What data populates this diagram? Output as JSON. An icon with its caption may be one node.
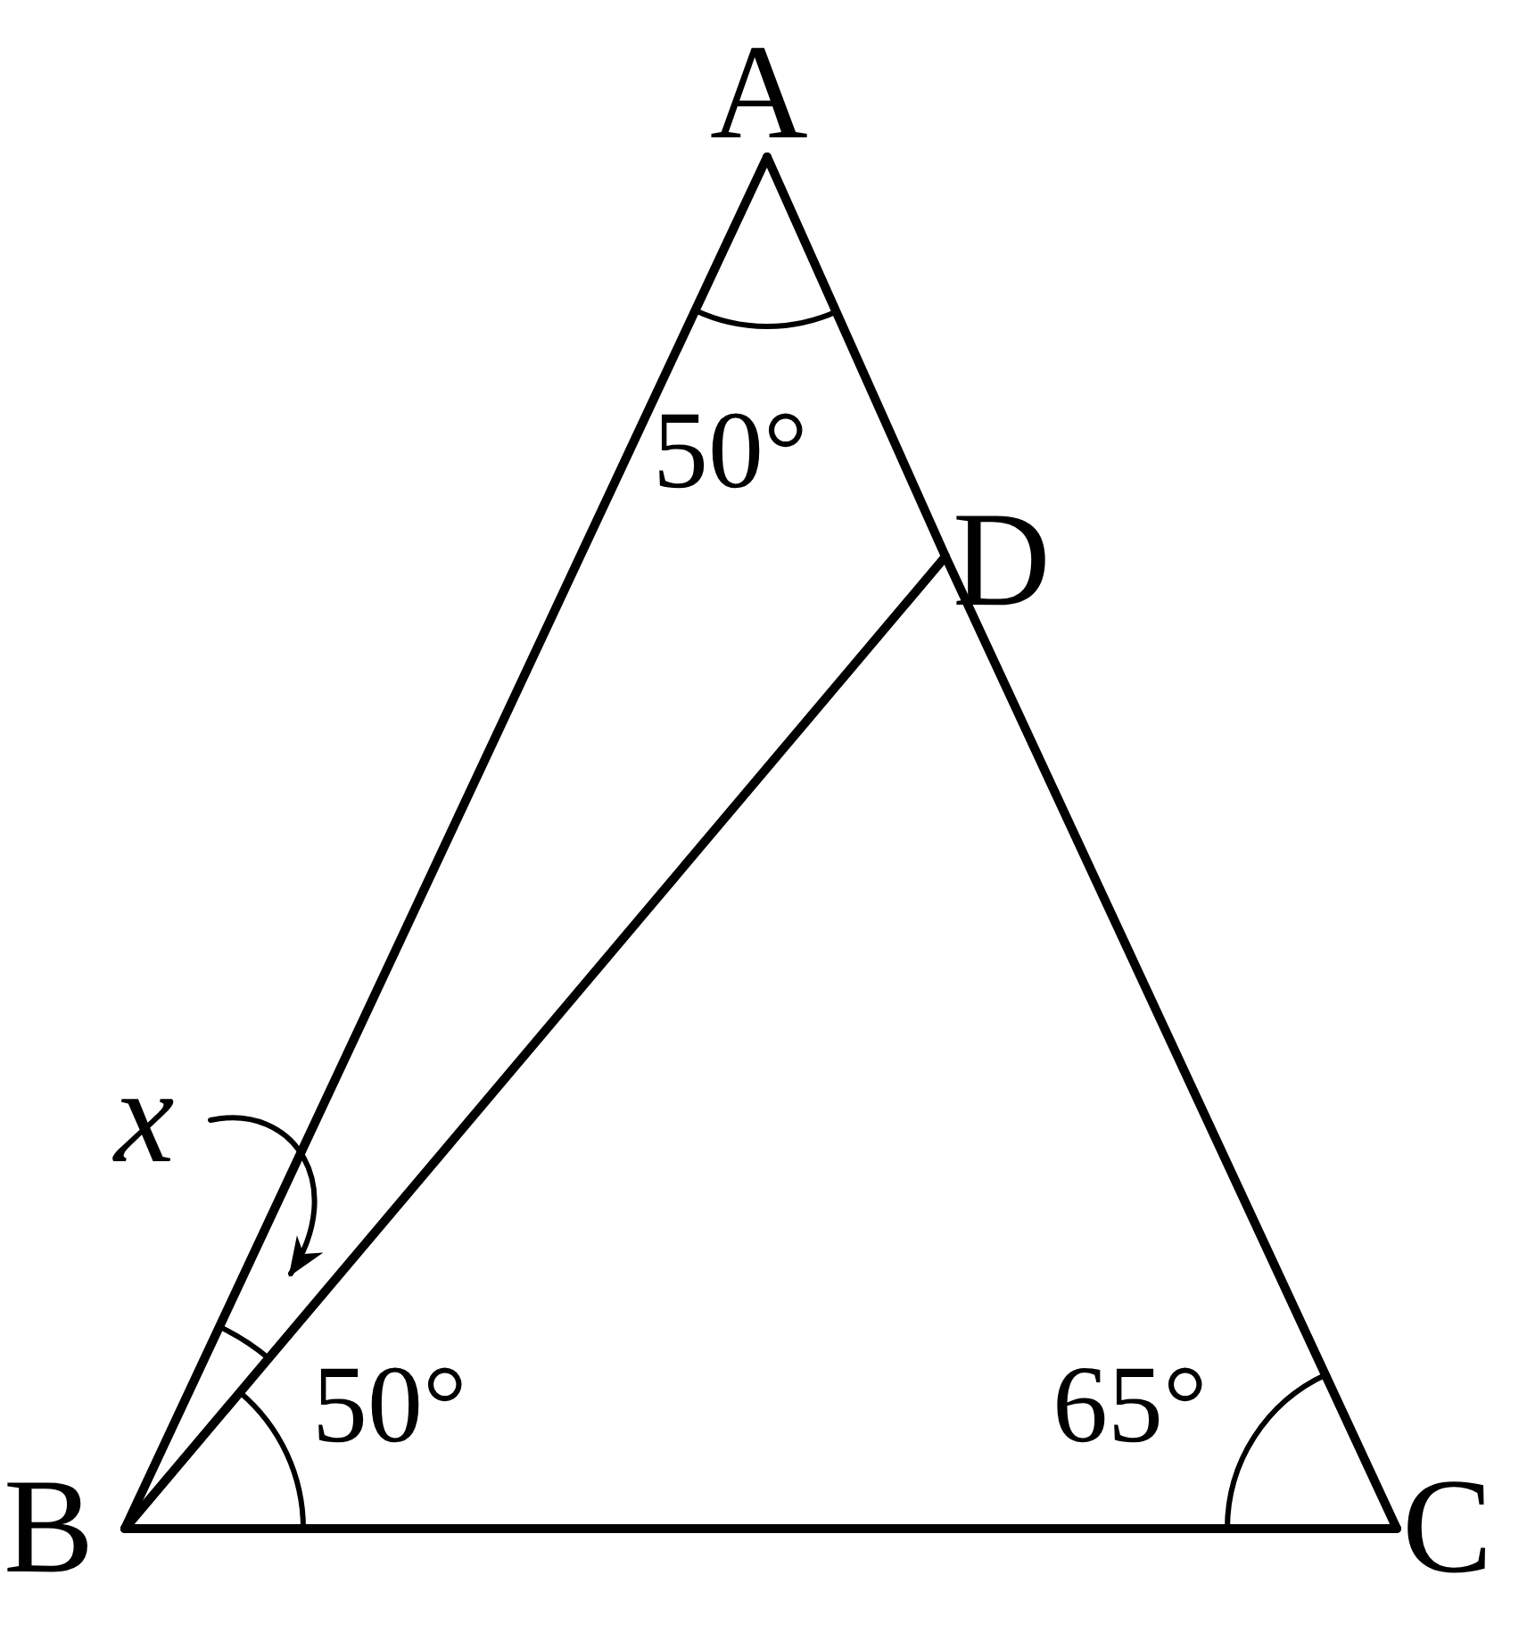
{
  "diagram": {
    "nodes": [
      {
        "text": [
          "A"
        ]
      },
      {
        "text": [
          "D"
        ]
      },
      {
        "text": [
          "x"
        ]
      },
      {
        "text": [
          "B"
        ]
      },
      {
        "text": [
          "C"
        ]
      }
    ],
    "edges": [
      {
        "from": 0,
        "to": 3,
        "arrow": "none"
      },
      {
        "from": 0,
        "to": 1,
        "arrow": "none"
      },
      {
        "from": 1,
        "to": 4,
        "arrow": "none"
      },
      {
        "from": 3,
        "to": 4,
        "arrow": "none"
      },
      {
        "from": 3,
        "to": 1,
        "arrow": "none"
      },
      {
        "from": 2,
        "to": null,
        "arrow": "to"
      }
    ],
    "labels": [
      "50°",
      "50°",
      "65°"
    ]
  }
}
